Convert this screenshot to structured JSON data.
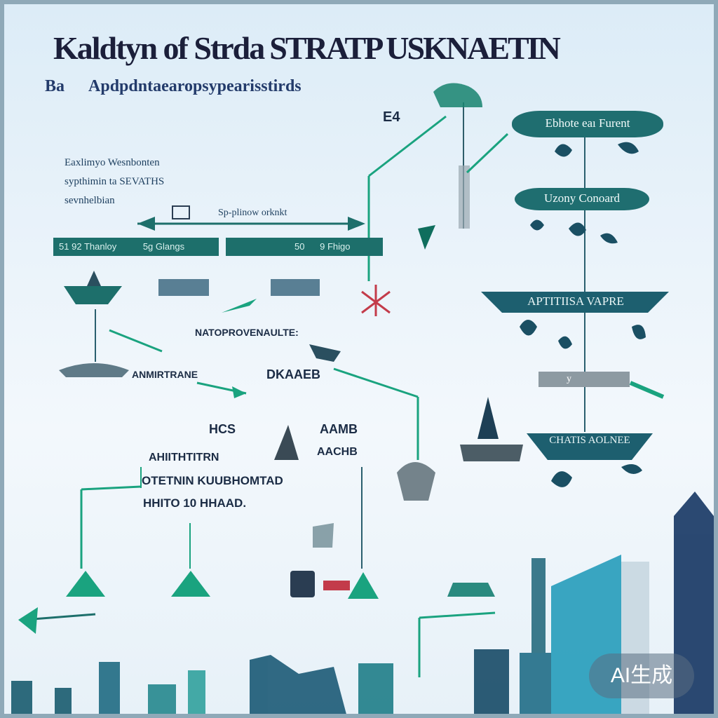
{
  "title": {
    "left": "Kaldtyn of Strda",
    "right": "STRATP USKNAETIN"
  },
  "subtitle": {
    "prefix": "Ba",
    "text": "Apdpdntaearopsypearisstirds"
  },
  "small_tag": "E4",
  "intro": {
    "line1": "Eaxlimyo Wesnbonten",
    "line2": "sypthimin ta SEVATHS",
    "line3": "sevnhelbian"
  },
  "arrow_label": "Sp-plinow orknkt",
  "bars": [
    {
      "a": "51",
      "b": "92",
      "c": "Thanloy",
      "d": "5g",
      "e": "Glangs"
    },
    {
      "a": "50",
      "b": "9",
      "c": "Fhigo",
      "d": "",
      "e": ""
    }
  ],
  "right_column": [
    {
      "label": "Ebhote eaı Furent"
    },
    {
      "label": "Uzony Conoard"
    },
    {
      "label": "APTITIISA VAPRE"
    },
    {
      "label": "y"
    },
    {
      "label": "CHATIS AOLNEE"
    }
  ],
  "mid_labels": {
    "provenance": "NATOPROVENAULTE:",
    "node1": "ANMIRTRANE",
    "node2": "DKAAEB",
    "pair_left": "HCS",
    "pair_right": "AAMB",
    "pair_right2": "AACHB"
  },
  "bottom_text": {
    "line1": "AHIITHTITRN",
    "line2": "OTETNIN KUUBHOMTAD",
    "line3": "HHITO 10 HHAAD."
  },
  "badge": "AI生成",
  "colors": {
    "teal": "#1d6f6b",
    "green": "#1aa37f",
    "navy": "#1b1f3a",
    "red": "#c33b4a"
  }
}
